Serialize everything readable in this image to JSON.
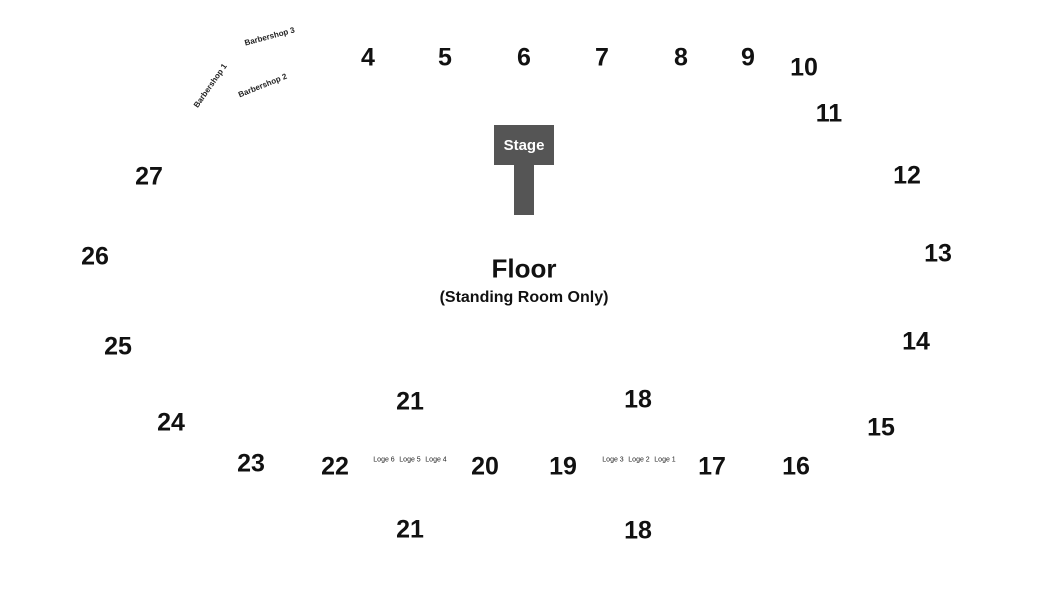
{
  "stage": {
    "label": "Stage"
  },
  "floor": {
    "title": "Floor",
    "subtitle": "(Standing Room Only)"
  },
  "sections": {
    "s4": "4",
    "s5": "5",
    "s6": "6",
    "s7": "7",
    "s8": "8",
    "s9": "9",
    "s10": "10",
    "s11": "11",
    "s12": "12",
    "s13": "13",
    "s14": "14",
    "s15": "15",
    "s16": "16",
    "s17": "17",
    "s18_upper": "18",
    "s18_lower": "18",
    "s19": "19",
    "s20": "20",
    "s21_upper": "21",
    "s21_lower": "21",
    "s22": "22",
    "s23": "23",
    "s24": "24",
    "s25": "25",
    "s26": "26",
    "s27": "27"
  },
  "loges": {
    "loge1": "Loge 1",
    "loge2": "Loge 2",
    "loge3": "Loge 3",
    "loge4": "Loge 4",
    "loge5": "Loge 5",
    "loge6": "Loge 6"
  },
  "barbershops": {
    "b1": "Barbershop 1",
    "b2": "Barbershop 2",
    "b3": "Barbershop 3"
  },
  "colors": {
    "stage": "#555555",
    "text": "#111111",
    "background": "#ffffff"
  }
}
